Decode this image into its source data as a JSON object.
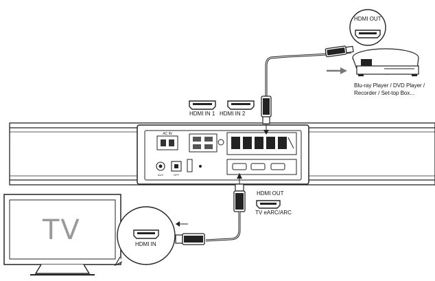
{
  "labels": {
    "hdmi_in_1": "HDMI IN 1",
    "hdmi_in_2": "HDMI IN 2",
    "hdmi_out_player": "HDMI OUT",
    "player_caption_line1": "Blu-ray Player / DVD Player /",
    "player_caption_line2": "Recorder / Set-top Box...",
    "hdmi_out_soundbar": "HDMI OUT",
    "tv_arc": "TV eARC/ARC",
    "tv_screen": "TV",
    "hdmi_in_tv": "HDMI IN"
  },
  "icons": {
    "player": "media-player-icon",
    "tv": "television-icon",
    "hdmi": "hdmi-port-icon"
  }
}
